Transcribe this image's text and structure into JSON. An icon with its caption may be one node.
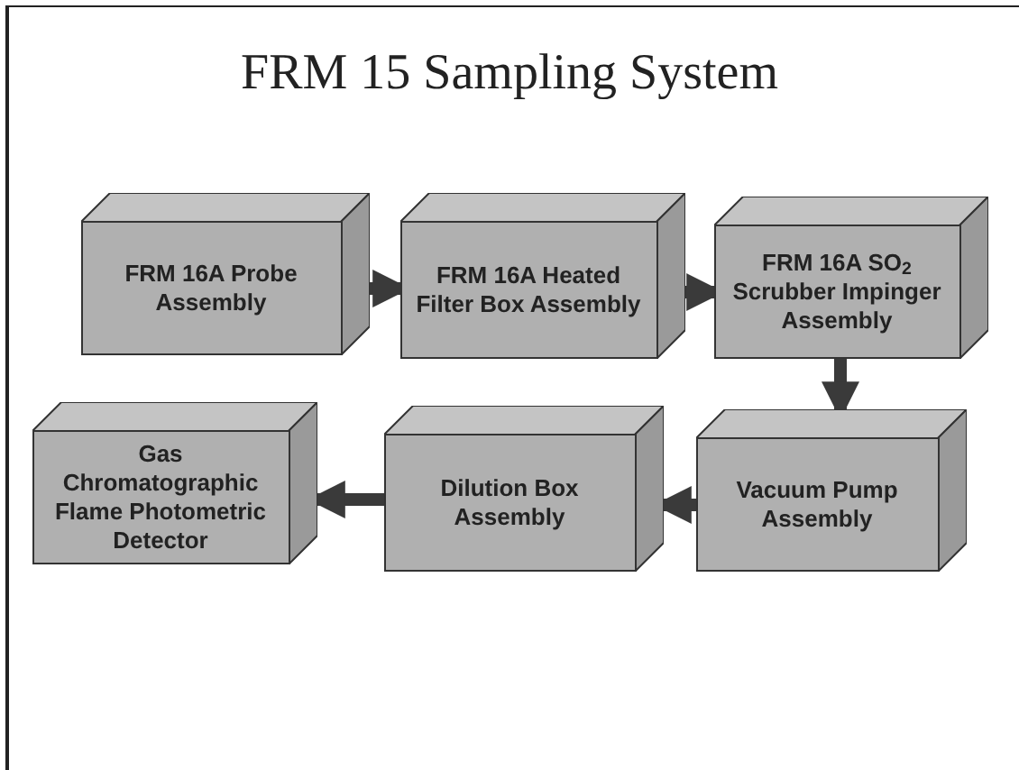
{
  "diagram": {
    "title": "FRM 15 Sampling System",
    "nodes": [
      {
        "text": [
          "FRM 16A Probe Assembly"
        ]
      },
      {
        "text": [
          "FRM 16A Heated Filter Box Assembly"
        ]
      },
      {
        "text": [
          "FRM 16A SO$_{2}$ Scrubber Impinger Assembly"
        ]
      },
      {
        "text": [
          "Gas Chromatographic Flame Photometric Detector"
        ]
      },
      {
        "text": [
          "Dilution Box Assembly"
        ]
      },
      {
        "text": [
          "Vacuum Pump Assembly"
        ]
      }
    ],
    "edges": [
      {
        "from": 0,
        "to": 1,
        "arrow": "to"
      },
      {
        "from": 1,
        "to": 2,
        "arrow": "to"
      },
      {
        "from": 2,
        "to": 5,
        "arrow": "to"
      },
      {
        "from": 5,
        "to": 4,
        "arrow": "to"
      },
      {
        "from": 4,
        "to": 3,
        "arrow": "to"
      }
    ]
  }
}
